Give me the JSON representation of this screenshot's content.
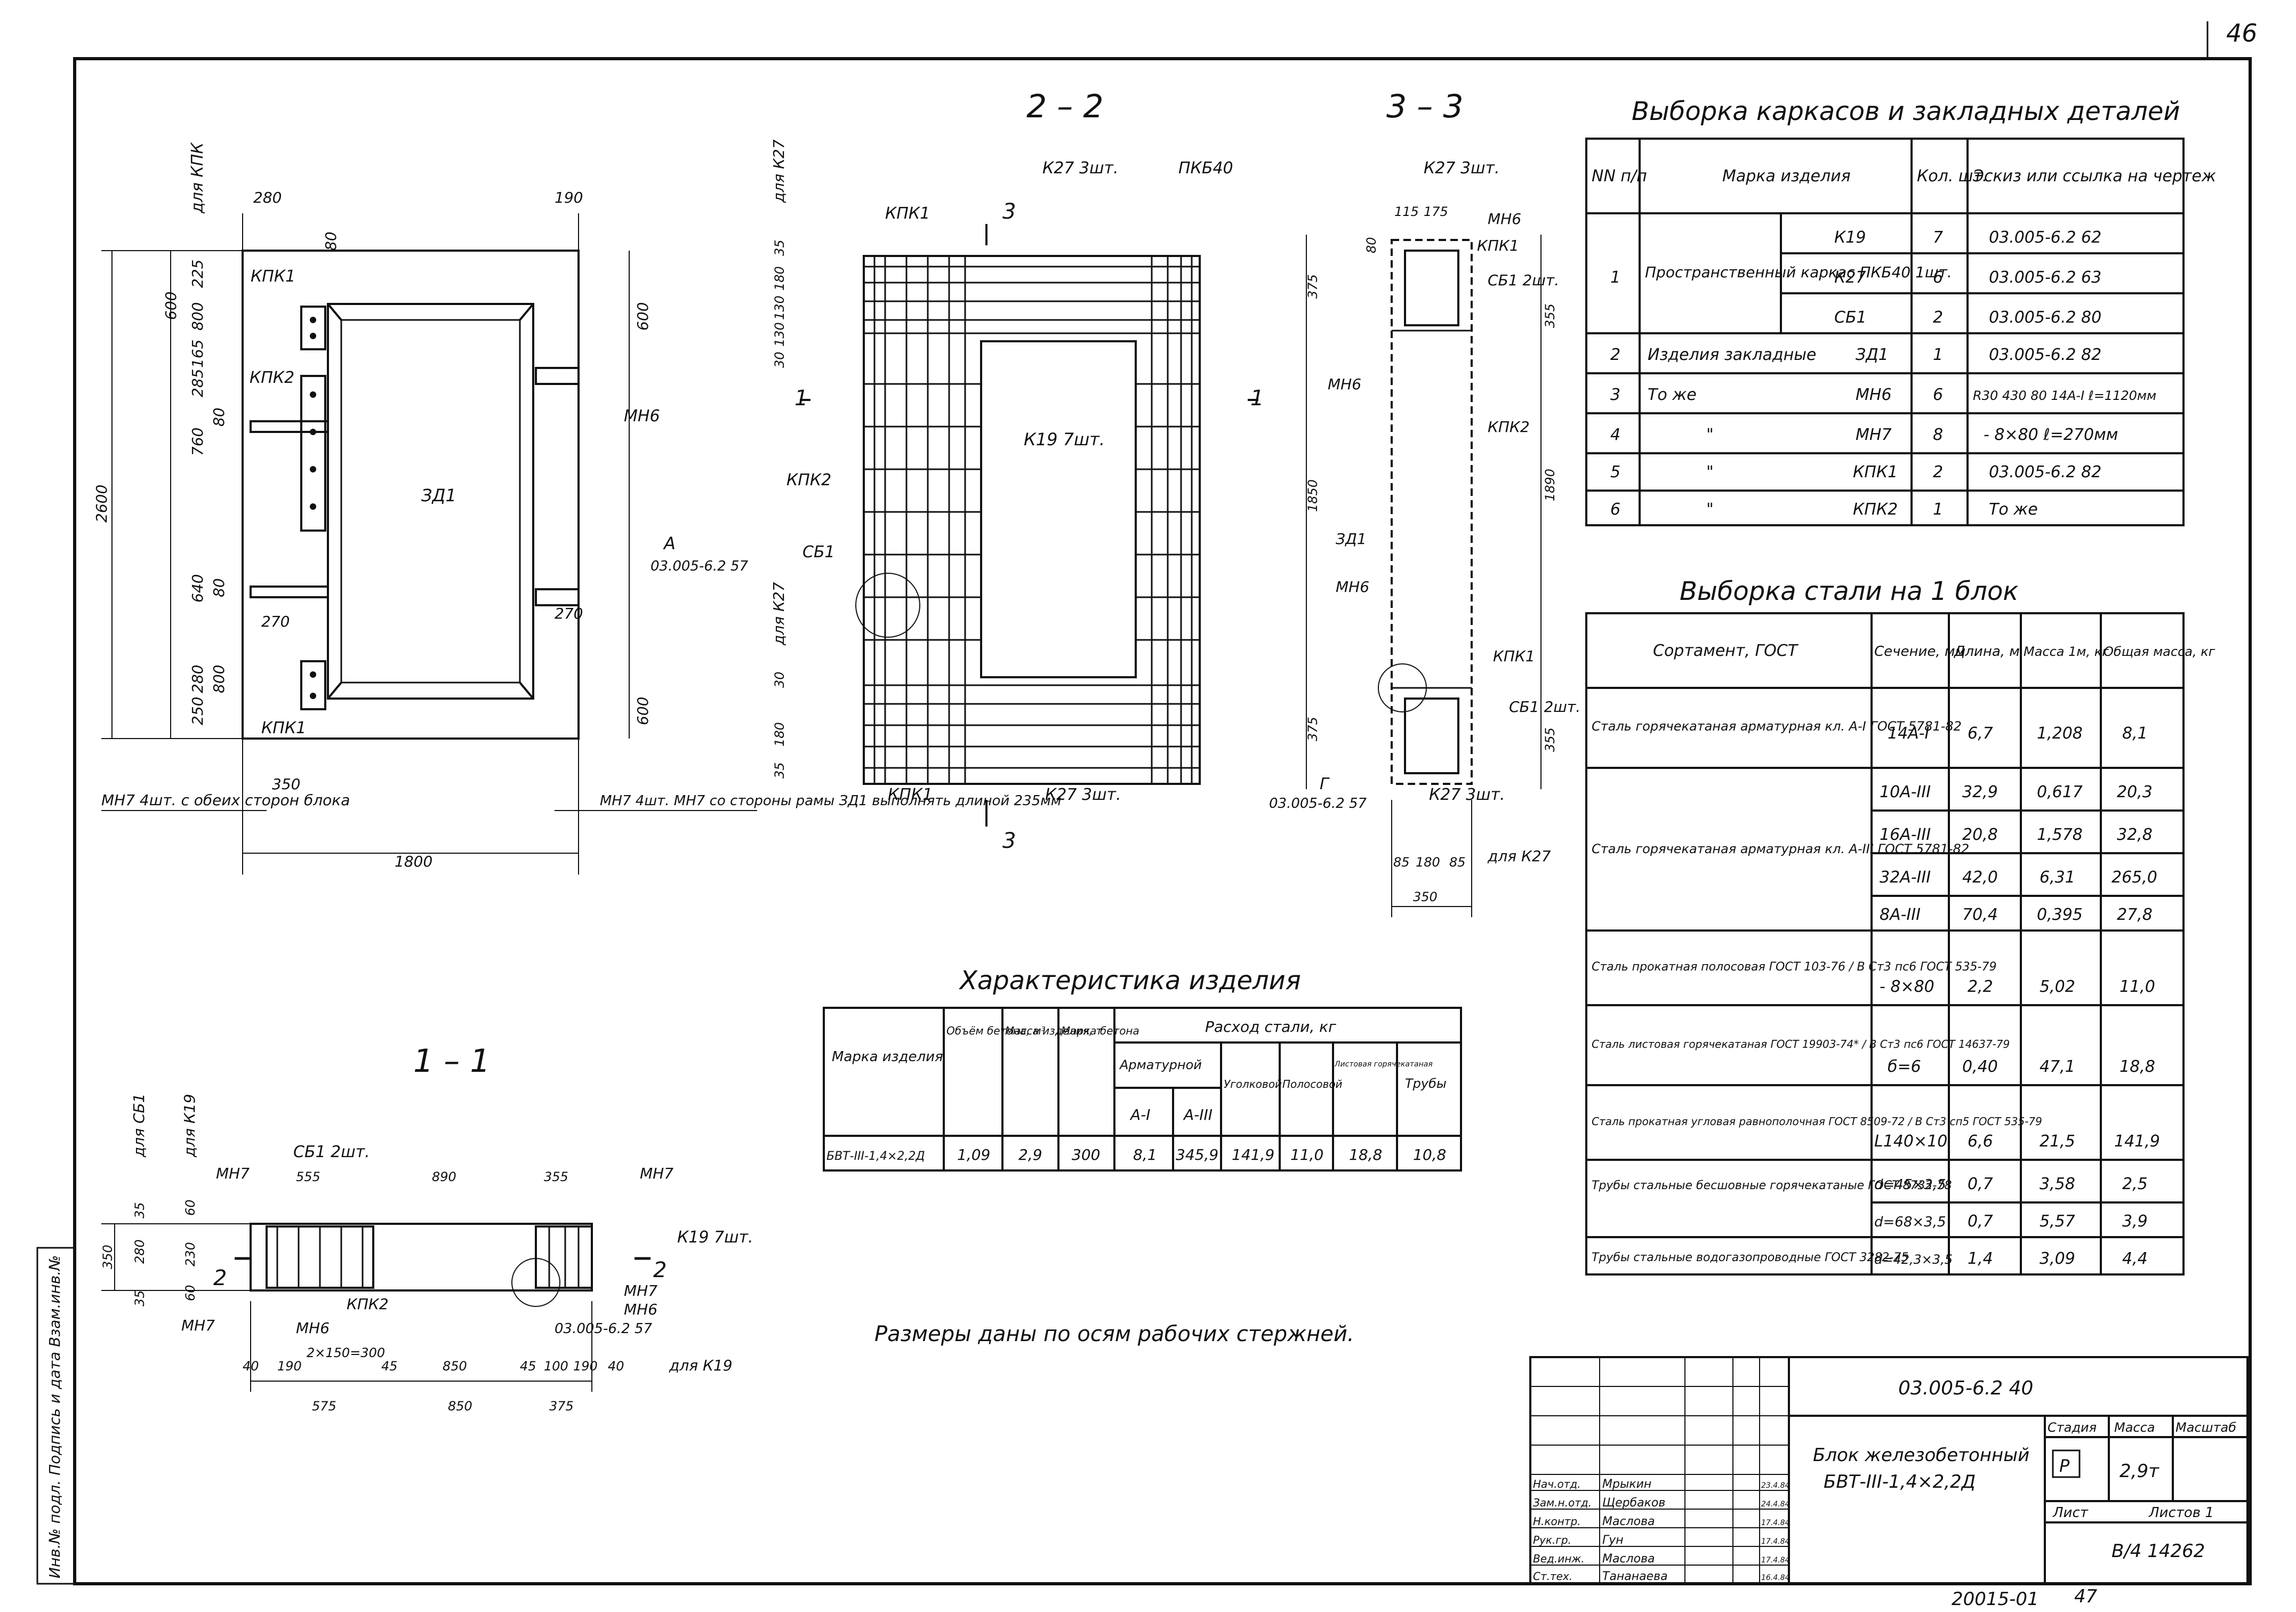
{
  "sheet": {
    "page_number": "46",
    "bottom_number": "20015-01",
    "bottom_page": "47",
    "note": "Размеры даны по осям рабочих стержней.",
    "side_stamp": "Инв.№ подл.  Подпись и дата  Взам.инв.№"
  },
  "views": {
    "front": {
      "labels": [
        "для КПК",
        "КПК1",
        "КПК2",
        "КПК1",
        "МН6",
        "ЗД1",
        "МН7 4шт. с обеих сторон блока",
        "МН7 4шт. МН7 со стороны рамы ЗД1 выполнять длиной 235мм"
      ],
      "dims": [
        "280",
        "190",
        "80",
        "600",
        "225",
        "800",
        "165",
        "285",
        "760",
        "80",
        "640",
        "80",
        "270",
        "270",
        "600",
        "250",
        "280",
        "800",
        "600",
        "2600",
        "350",
        "1800"
      ]
    },
    "section22": {
      "title": "2 – 2",
      "labels": [
        "для К27",
        "К27 3шт.",
        "ПКБ40",
        "КПК1",
        "КПК2",
        "К19 7шт.",
        "А",
        "03.005-6.2 57",
        "СБ1",
        "для К27",
        "КПК1",
        "К27 3шт.",
        "1",
        "1",
        "3",
        "3"
      ],
      "dims": [
        "35",
        "180",
        "130",
        "130",
        "30",
        "30",
        "180",
        "35"
      ]
    },
    "section33": {
      "title": "3 – 3",
      "labels": [
        "К27 3шт.",
        "МН6",
        "КПК1",
        "СБ1 2шт.",
        "МН6",
        "КПК2",
        "ЗД1",
        "МН6",
        "КПК1",
        "СБ1 2шт.",
        "Г",
        "03.005-6.2 57",
        "К27 3шт.",
        "для К27"
      ],
      "dims": [
        "115",
        "175",
        "80",
        "375",
        "355",
        "1850",
        "1890",
        "375",
        "355",
        "85",
        "180",
        "85",
        "350"
      ]
    },
    "section11": {
      "title": "1 – 1",
      "labels": [
        "для СБ1",
        "для К19",
        "МН7",
        "СБ1 2шт.",
        "МН7",
        "К19 7шт.",
        "МН7",
        "МН6",
        "КПК2",
        "МН7",
        "МН6",
        "03.005-6.2 57",
        "для К19",
        "2",
        "2"
      ],
      "dims": [
        "555",
        "890",
        "355",
        "35",
        "60",
        "350",
        "280",
        "230",
        "60",
        "35",
        "40",
        "190",
        "2×150=300",
        "45",
        "850",
        "45",
        "100",
        "190",
        "40",
        "575",
        "850",
        "375"
      ]
    }
  },
  "frames_table": {
    "title": "Выборка каркасов и закладных деталей",
    "headers": [
      "NN п/п",
      "Марка изделия",
      "Кол. шт.",
      "Эскиз или ссылка на чертеж"
    ],
    "group_label": "Пространственный каркас ПКБ40 1шт.",
    "rows": [
      {
        "n": "1",
        "name": "",
        "mark": "К19",
        "qty": "7",
        "ref": "03.005-6.2 62"
      },
      {
        "n": "",
        "name": "",
        "mark": "К27",
        "qty": "6",
        "ref": "03.005-6.2 63"
      },
      {
        "n": "",
        "name": "",
        "mark": "СБ1",
        "qty": "2",
        "ref": "03.005-6.2 80"
      },
      {
        "n": "2",
        "name": "Изделия закладные",
        "mark": "ЗД1",
        "qty": "1",
        "ref": "03.005-6.2 82"
      },
      {
        "n": "3",
        "name": "То же",
        "mark": "МН6",
        "qty": "6",
        "ref": "R30  430  80  14А-I  ℓ=1120мм"
      },
      {
        "n": "4",
        "name": "\"",
        "mark": "МН7",
        "qty": "8",
        "ref": "- 8×80    ℓ=270мм"
      },
      {
        "n": "5",
        "name": "\"",
        "mark": "КПК1",
        "qty": "2",
        "ref": "03.005-6.2 82"
      },
      {
        "n": "6",
        "name": "\"",
        "mark": "КПК2",
        "qty": "1",
        "ref": "То же"
      }
    ]
  },
  "steel_table": {
    "title": "Выборка стали на 1 блок",
    "headers": [
      "Сортамент, ГОСТ",
      "Сечение, мм",
      "Длина, м",
      "Масса 1м, кг",
      "Общая масса, кг"
    ],
    "groups": [
      {
        "label": "Сталь горячекатаная арматурная кл. А-I ГОСТ 5781-82",
        "rows": [
          [
            "14А-I",
            "6,7",
            "1,208",
            "8,1"
          ]
        ]
      },
      {
        "label": "Сталь горячекатаная арматурная кл. А-III ГОСТ 5781-82",
        "rows": [
          [
            "10А-III",
            "32,9",
            "0,617",
            "20,3"
          ],
          [
            "16А-III",
            "20,8",
            "1,578",
            "32,8"
          ],
          [
            "32А-III",
            "42,0",
            "6,31",
            "265,0"
          ],
          [
            "8А-III",
            "70,4",
            "0,395",
            "27,8"
          ]
        ]
      },
      {
        "label": "Сталь прокатная полосовая ГОСТ 103-76 / В Ст3 пс6 ГОСТ 535-79",
        "rows": [
          [
            "- 8×80",
            "2,2",
            "5,02",
            "11,0"
          ]
        ]
      },
      {
        "label": "Сталь листовая горячекатаная ГОСТ 19903-74* / В Ст3 пс6 ГОСТ 14637-79",
        "rows": [
          [
            "б=6",
            "0,40",
            "47,1",
            "18,8"
          ]
        ]
      },
      {
        "label": "Сталь прокатная угловая равнополочная ГОСТ 8509-72 / В Ст3 сп5 ГОСТ 535-79",
        "rows": [
          [
            "L140×10",
            "6,6",
            "21,5",
            "141,9"
          ]
        ]
      },
      {
        "label": "Трубы стальные бесшовные горячекатаные ГОСТ 8732-78",
        "rows": [
          [
            "d=45×3,5",
            "0,7",
            "3,58",
            "2,5"
          ],
          [
            "d=68×3,5",
            "0,7",
            "5,57",
            "3,9"
          ]
        ]
      },
      {
        "label": "Трубы стальные водогазопроводные ГОСТ 3282-75",
        "rows": [
          [
            "d=42,3×3,5",
            "1,4",
            "3,09",
            "4,4"
          ]
        ]
      }
    ]
  },
  "char_table": {
    "title": "Характеристика изделия",
    "headers": [
      "Марка изделия",
      "Объём бетона, м³",
      "Масса изделия, т",
      "Марка бетона",
      "Расход стали, кг",
      "Арматурной",
      "А-I",
      "А-III",
      "Уголковой",
      "Полосовой",
      "Листовая горячекатаная",
      "Трубы"
    ],
    "row": [
      "БВТ-III-1,4×2,2Д",
      "1,09",
      "2,9",
      "300",
      "8,1",
      "345,9",
      "141,9",
      "11,0",
      "18,8",
      "10,8"
    ]
  },
  "title_block": {
    "code": "03.005-6.2 40",
    "name_line1": "Блок железобетонный",
    "name_line2": "БВТ-III-1,4×2,2Д",
    "stage_label": "Стадия",
    "mass_label": "Масса",
    "scale_label": "Масштаб",
    "stage_value": "Р",
    "mass_value": "2,9т",
    "sheet_label": "Лист",
    "sheets_label": "Листов 1",
    "archive": "В/4 14262",
    "people": [
      {
        "role": "Нач.отд.",
        "name": "Мрыкин",
        "date": "23.4.84"
      },
      {
        "role": "Зам.н.отд.",
        "name": "Щербаков",
        "date": "24.4.84"
      },
      {
        "role": "Н.контр.",
        "name": "Маслова",
        "date": "17.4.84"
      },
      {
        "role": "Рук.гр.",
        "name": "Гун",
        "date": "17.4.84"
      },
      {
        "role": "Вед.инж.",
        "name": "Маслова",
        "date": "17.4.84"
      },
      {
        "role": "Ст.тех.",
        "name": "Тананаева",
        "date": "16.4.84"
      }
    ]
  }
}
